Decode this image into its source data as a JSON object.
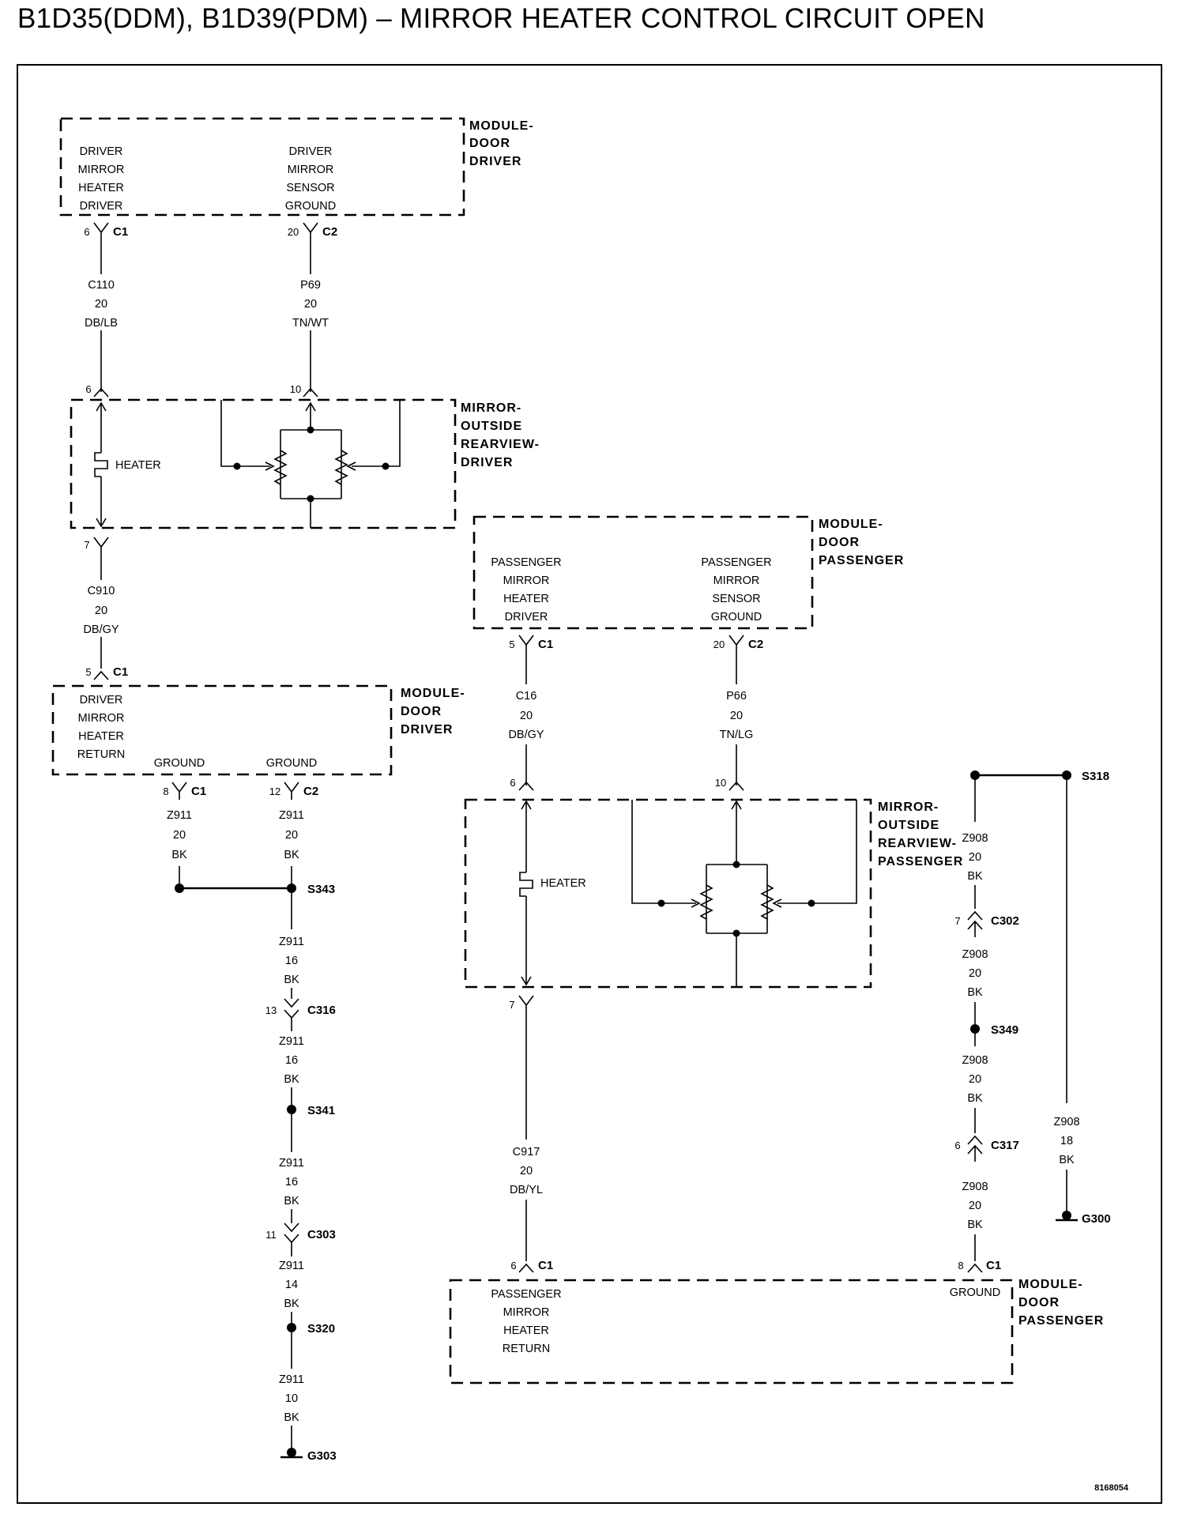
{
  "title": "B1D35(DDM), B1D39(PDM) – MIRROR HEATER CONTROL CIRCUIT OPEN",
  "figure_id": "8168054",
  "components": {
    "mod_ddm_top": {
      "name": [
        "MODULE-",
        "DOOR",
        "DRIVER"
      ],
      "pins": [
        [
          "DRIVER",
          "MIRROR",
          "HEATER",
          "DRIVER"
        ],
        [
          "DRIVER",
          "MIRROR",
          "SENSOR",
          "GROUND"
        ]
      ]
    },
    "mirror_driver": {
      "name": [
        "MIRROR-",
        "OUTSIDE",
        "REARVIEW-",
        "DRIVER"
      ],
      "heater": "HEATER"
    },
    "mod_ddm_bot": {
      "name": [
        "MODULE-",
        "DOOR",
        "DRIVER"
      ],
      "pin": [
        "DRIVER",
        "MIRROR",
        "HEATER",
        "RETURN"
      ],
      "ground1": "GROUND",
      "ground2": "GROUND"
    },
    "mod_pdm_top": {
      "name": [
        "MODULE-",
        "DOOR",
        "PASSENGER"
      ],
      "pins": [
        [
          "PASSENGER",
          "MIRROR",
          "HEATER",
          "DRIVER"
        ],
        [
          "PASSENGER",
          "MIRROR",
          "SENSOR",
          "GROUND"
        ]
      ]
    },
    "mirror_pass": {
      "name": [
        "MIRROR-",
        "OUTSIDE",
        "REARVIEW-",
        "PASSENGER"
      ],
      "heater": "HEATER"
    },
    "mod_pdm_bot": {
      "name": [
        "MODULE-",
        "DOOR",
        "PASSENGER"
      ],
      "pin": [
        "PASSENGER",
        "MIRROR",
        "HEATER",
        "RETURN"
      ],
      "ground": "GROUND"
    }
  },
  "wires": {
    "c110": [
      "C110",
      "20",
      "DB/LB"
    ],
    "p69": [
      "P69",
      "20",
      "TN/WT"
    ],
    "c910": [
      "C910",
      "20",
      "DB/GY"
    ],
    "z911a": [
      "Z911",
      "20",
      "BK"
    ],
    "z911b": [
      "Z911",
      "20",
      "BK"
    ],
    "z911c": [
      "Z911",
      "16",
      "BK"
    ],
    "z911d": [
      "Z911",
      "16",
      "BK"
    ],
    "z911e": [
      "Z911",
      "16",
      "BK"
    ],
    "z911f": [
      "Z911",
      "14",
      "BK"
    ],
    "z911g": [
      "Z911",
      "10",
      "BK"
    ],
    "c16": [
      "C16",
      "20",
      "DB/GY"
    ],
    "p66": [
      "P66",
      "20",
      "TN/LG"
    ],
    "c917": [
      "C917",
      "20",
      "DB/YL"
    ],
    "z908a": [
      "Z908",
      "20",
      "BK"
    ],
    "z908b": [
      "Z908",
      "20",
      "BK"
    ],
    "z908c": [
      "Z908",
      "20",
      "BK"
    ],
    "z908d": [
      "Z908",
      "20",
      "BK"
    ],
    "z908e": [
      "Z908",
      "18",
      "BK"
    ]
  },
  "connectors": {
    "ddm_c1_6": {
      "pin": "6",
      "conn": "C1"
    },
    "ddm_c2_20": {
      "pin": "20",
      "conn": "C2"
    },
    "mdrv_6": {
      "pin": "6"
    },
    "mdrv_10": {
      "pin": "10"
    },
    "mdrv_7": {
      "pin": "7"
    },
    "ddm_c1_5": {
      "pin": "5",
      "conn": "C1"
    },
    "ddm_c1_8": {
      "pin": "8",
      "conn": "C1"
    },
    "ddm_c2_12": {
      "pin": "12",
      "conn": "C2"
    },
    "c316": {
      "pin": "13",
      "conn": "C316"
    },
    "c303": {
      "pin": "11",
      "conn": "C303"
    },
    "pdm_c1_5": {
      "pin": "5",
      "conn": "C1"
    },
    "pdm_c2_20": {
      "pin": "20",
      "conn": "C2"
    },
    "mpas_6": {
      "pin": "6"
    },
    "mpas_10": {
      "pin": "10"
    },
    "mpas_7": {
      "pin": "7"
    },
    "pdm_c1_6": {
      "pin": "6",
      "conn": "C1"
    },
    "pdm_c1_8": {
      "pin": "8",
      "conn": "C1"
    },
    "c302": {
      "pin": "7",
      "conn": "C302"
    },
    "c317": {
      "pin": "6",
      "conn": "C317"
    }
  },
  "splices": {
    "s343": "S343",
    "s341": "S341",
    "s320": "S320",
    "s318": "S318",
    "s349": "S349"
  },
  "grounds": {
    "g303": "G303",
    "g300": "G300"
  }
}
